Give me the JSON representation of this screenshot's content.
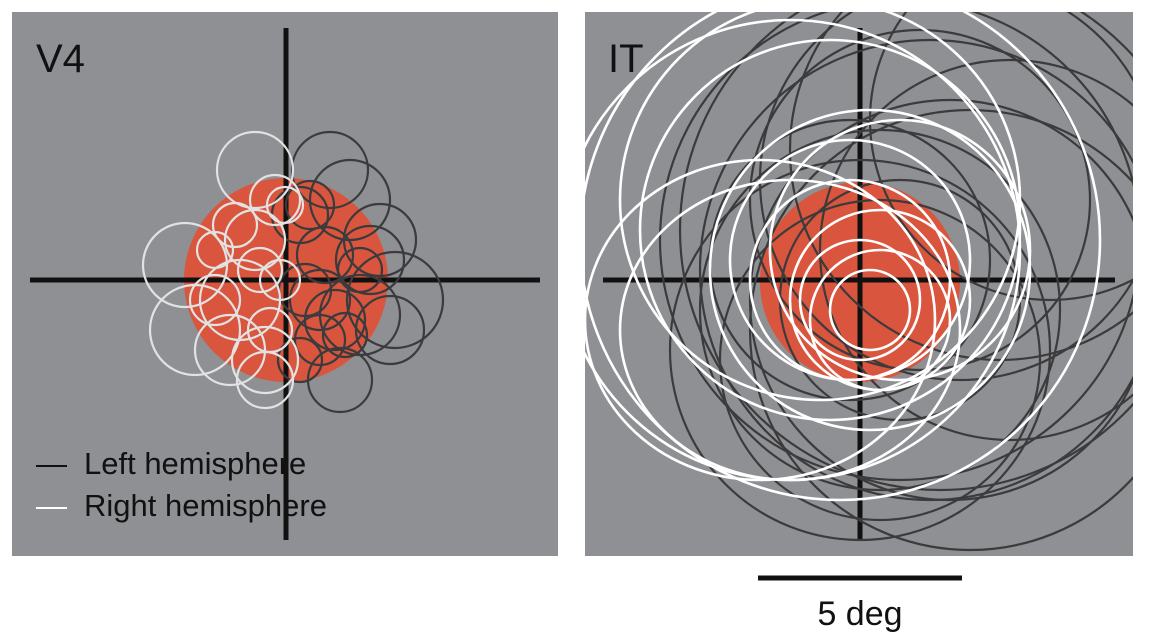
{
  "panels": {
    "v4": {
      "label": "V4"
    },
    "it": {
      "label": "IT"
    }
  },
  "legend": {
    "left_label": "Left hemisphere",
    "right_label": "Right hemisphere",
    "left_marker": "—",
    "right_marker": "—"
  },
  "scale_bar": {
    "label": "5 deg"
  },
  "colors": {
    "background": "#8f9094",
    "stimulus": "#d9553d",
    "left_hemisphere": "#3b3b3d",
    "right_hemisphere_v4": "#e2e2e2",
    "right_hemisphere_it": "#ffffff",
    "axes": "#111111"
  }
}
